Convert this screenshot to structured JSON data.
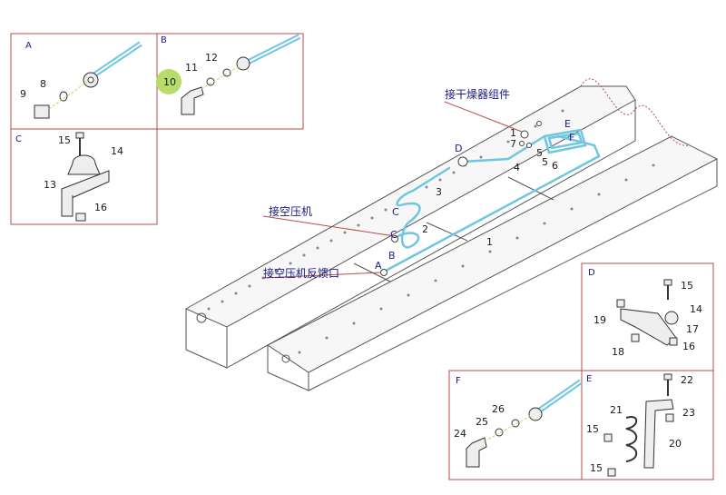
{
  "panels": {
    "A": {
      "letter": "A",
      "parts": [
        "9",
        "8"
      ]
    },
    "B": {
      "letter": "B",
      "parts": [
        "10",
        "11",
        "12"
      ]
    },
    "C": {
      "letter": "C",
      "parts": [
        "15",
        "14",
        "13",
        "16"
      ]
    },
    "D": {
      "letter": "D",
      "parts": [
        "15",
        "14",
        "19",
        "17",
        "18",
        "16"
      ]
    },
    "E": {
      "letter": "E",
      "parts": [
        "22",
        "21",
        "23",
        "15",
        "20",
        "15"
      ]
    },
    "F": {
      "letter": "F",
      "parts": [
        "26",
        "25",
        "24"
      ]
    }
  },
  "main": {
    "labels": {
      "dryer": "接干燥器组件",
      "compressor": "接空压机",
      "feedback": "接空压机反馈口"
    },
    "markers": [
      "A",
      "B",
      "C",
      "C",
      "D",
      "E",
      "F",
      "1",
      "2",
      "3",
      "4",
      "5",
      "5",
      "6",
      "7",
      "1"
    ]
  },
  "colors": {
    "frame": "#b84a4a",
    "pipe": "#6fc6e0",
    "leader": "#b84a4a",
    "highlight": "#b6dc6a",
    "text": "#1a1a8c"
  }
}
